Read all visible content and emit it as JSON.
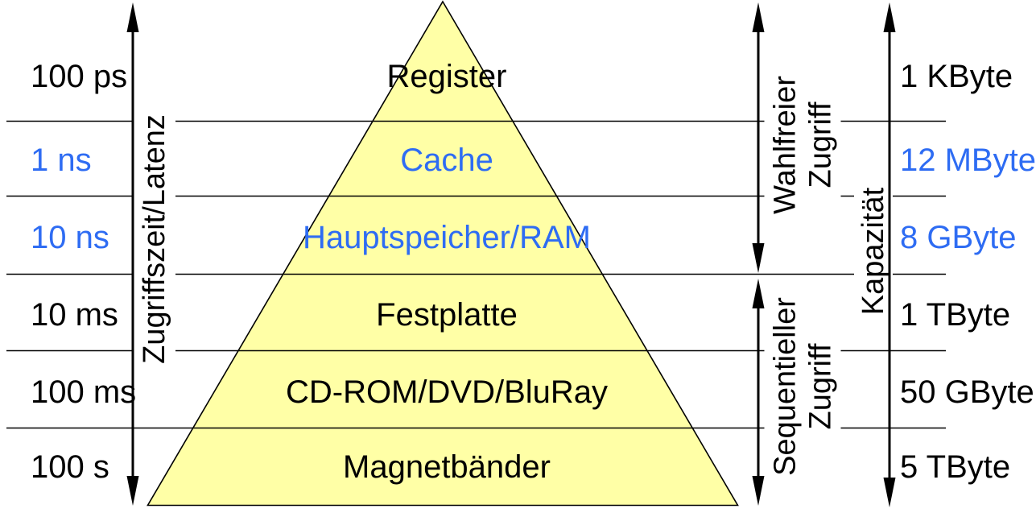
{
  "colors": {
    "blue": "#2E6CF3",
    "black": "#000000",
    "pyramid_fill": "#FFFFA6"
  },
  "left_axis": {
    "label": "Zugriffszeit/Latenz",
    "values": [
      {
        "text": "100 ps",
        "color": "black"
      },
      {
        "text": "1 ns",
        "color": "blue"
      },
      {
        "text": "10 ns",
        "color": "blue"
      },
      {
        "text": "10 ms",
        "color": "black"
      },
      {
        "text": "100 ms",
        "color": "black"
      },
      {
        "text": "100 s",
        "color": "black"
      }
    ]
  },
  "pyramid": {
    "levels": [
      {
        "label": "Register",
        "color": "black"
      },
      {
        "label": "Cache",
        "color": "blue"
      },
      {
        "label": "Hauptspeicher/RAM",
        "color": "blue"
      },
      {
        "label": "Festplatte",
        "color": "black"
      },
      {
        "label": "CD-ROM/DVD/BluRay",
        "color": "black"
      },
      {
        "label": "Magnetbänder",
        "color": "black"
      }
    ]
  },
  "access_labels": {
    "random": {
      "line1": "Wahlfreier",
      "line2": "Zugriff"
    },
    "sequential": {
      "line1": "Sequentieller",
      "line2": "Zugriff"
    }
  },
  "right_axis": {
    "label": "Kapazität",
    "values": [
      {
        "text": "1 KByte",
        "color": "black"
      },
      {
        "text": "12 MByte",
        "color": "blue"
      },
      {
        "text": "8 GByte",
        "color": "blue"
      },
      {
        "text": "1 TByte",
        "color": "black"
      },
      {
        "text": "50 GByte",
        "color": "black"
      },
      {
        "text": "5 TByte",
        "color": "black"
      }
    ]
  }
}
